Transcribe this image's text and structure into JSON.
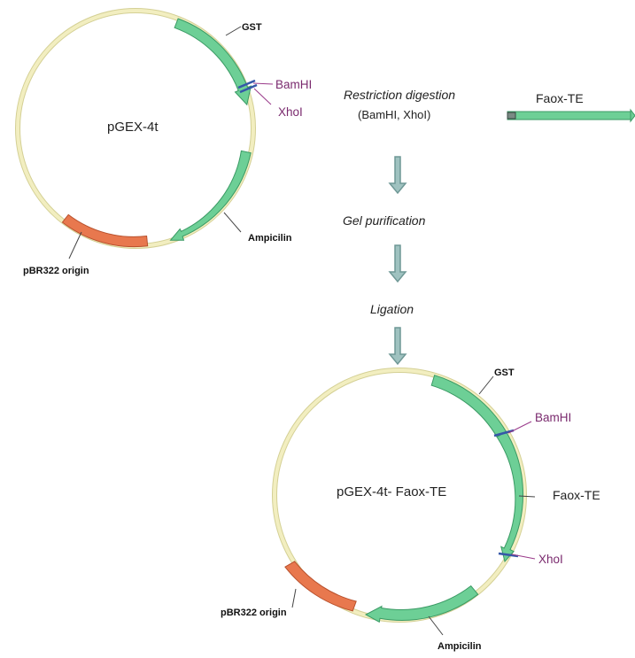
{
  "colors": {
    "backbone": "#f2eec0",
    "backbone_stroke": "#d4d095",
    "gene": "#6dcf96",
    "gene_stroke": "#3a9a64",
    "origin": "#e8784e",
    "origin_stroke": "#b8512d",
    "site_mark": "#3557a8",
    "step_arrow": "#9fc2c0",
    "step_arrow_stroke": "#6f9896",
    "enzyme_text": "#7a2a6e"
  },
  "plasmid_top": {
    "name": "pGEX-4t",
    "features": {
      "gst": "GST",
      "bamhi": "BamHI",
      "xhoi": "XhoI",
      "ampicilin": "Ampicilin",
      "origin": "pBR322 origin"
    }
  },
  "steps": {
    "digestion": "Restriction digestion",
    "digestion_enzymes": "(BamHI, XhoI)",
    "purification": "Gel purification",
    "ligation": "Ligation"
  },
  "insert": {
    "name": "Faox-TE"
  },
  "plasmid_bottom": {
    "name": "pGEX-4t- Faox-TE",
    "features": {
      "gst": "GST",
      "bamhi": "BamHI",
      "insert": "Faox-TE",
      "xhoi": "XhoI",
      "ampicilin": "Ampicilin",
      "origin": "pBR322 origin"
    }
  }
}
